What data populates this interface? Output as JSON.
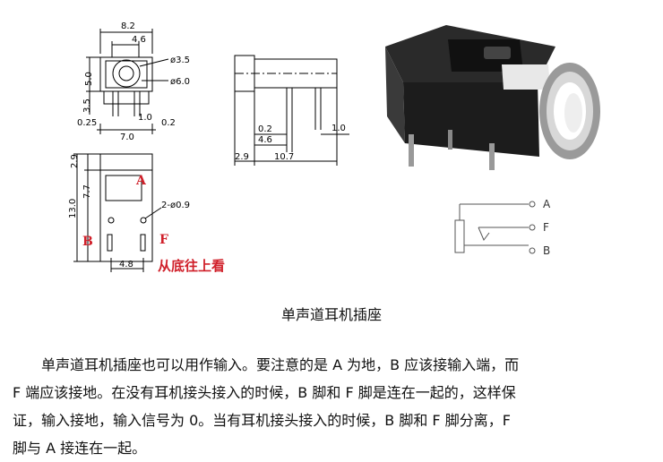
{
  "drawing": {
    "top_view": {
      "dim_width": "8.2",
      "dim_inner": "4.6",
      "dim_hole1": "ø3.5",
      "dim_hole2": "ø6.0",
      "dim_height": "5.0",
      "dim_lower": "3.5",
      "dim_left_gap": "0.25",
      "dim_pin_w": "1.0",
      "dim_right_gap": "0.2",
      "dim_base": "7.0"
    },
    "side_view": {
      "dim_a": "0.2",
      "dim_b": "1.0",
      "dim_c": "4.6",
      "dim_d": "2.9",
      "dim_e": "10.7"
    },
    "bottom_view": {
      "dim_top": "2.9",
      "dim_mid": "7.7",
      "dim_total": "13.0",
      "dim_holes": "2-ø0.9",
      "dim_pin_spacing": "4.8",
      "label_a": "A",
      "label_b": "B",
      "label_f": "F",
      "note": "从底往上看"
    },
    "schematic": {
      "label_a": "A",
      "label_f": "F",
      "label_b": "B"
    }
  },
  "caption": "单声道耳机插座",
  "paragraph": {
    "line1": "单声道耳机插座也可以用作输入。要注意的是 A 为地，B 应该接输入端，而",
    "line2": "F 端应该接地。在没有耳机接头接入的时候，B 脚和 F 脚是连在一起的，这样保",
    "line3": "证，输入接地，输入信号为 0。当有耳机接头接入的时候，B 脚和 F 脚分离，F",
    "line4": "脚与 A 接连在一起。"
  }
}
